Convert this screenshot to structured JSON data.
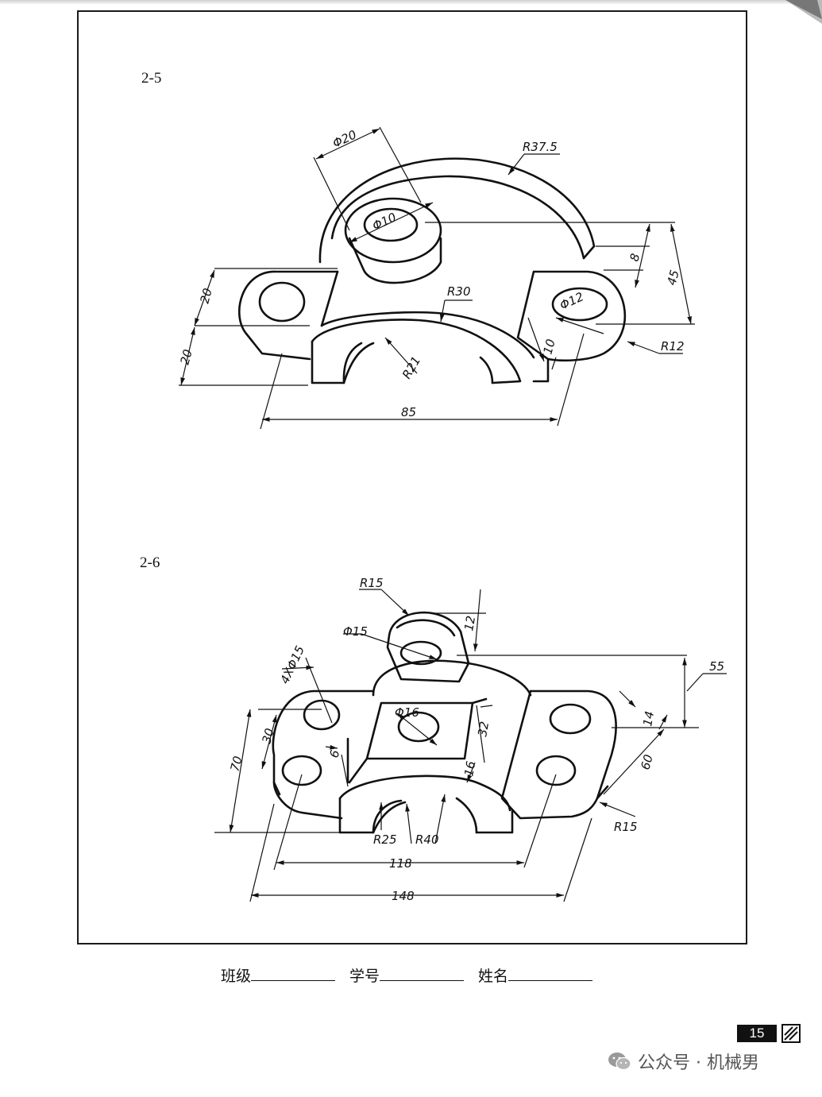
{
  "problems": [
    {
      "label": "2-5",
      "dimensions": {
        "d20": "Φ20",
        "r37_5": "R37.5",
        "d10": "Φ10",
        "dim8": "8",
        "dim45": "45",
        "r30": "R30",
        "d12": "Φ12",
        "dim20a": "20",
        "dim20b": "20",
        "r21": "R21",
        "dim10": "10",
        "r12": "R12",
        "dim85": "85"
      }
    },
    {
      "label": "2-6",
      "dimensions": {
        "r15a": "R15",
        "dim12": "12",
        "d15": "Φ15",
        "dim55": "55",
        "d15x4": "4XΦ15",
        "d16": "Φ16",
        "dim14": "14",
        "dim30": "30",
        "dim6": "6",
        "dim32": "32",
        "dim70": "70",
        "dim60": "60",
        "dim16": "16",
        "r15b": "R15",
        "r25": "R25",
        "r40": "R40",
        "dim118": "118",
        "dim148": "148"
      }
    }
  ],
  "footer": {
    "class_label": "班级",
    "student_id_label": "学号",
    "name_label": "姓名"
  },
  "page_number": "15",
  "watermark": "公众号 · 机械男",
  "icons": {
    "wechat": "wechat-icon",
    "publisher": "publisher-logo-icon"
  }
}
